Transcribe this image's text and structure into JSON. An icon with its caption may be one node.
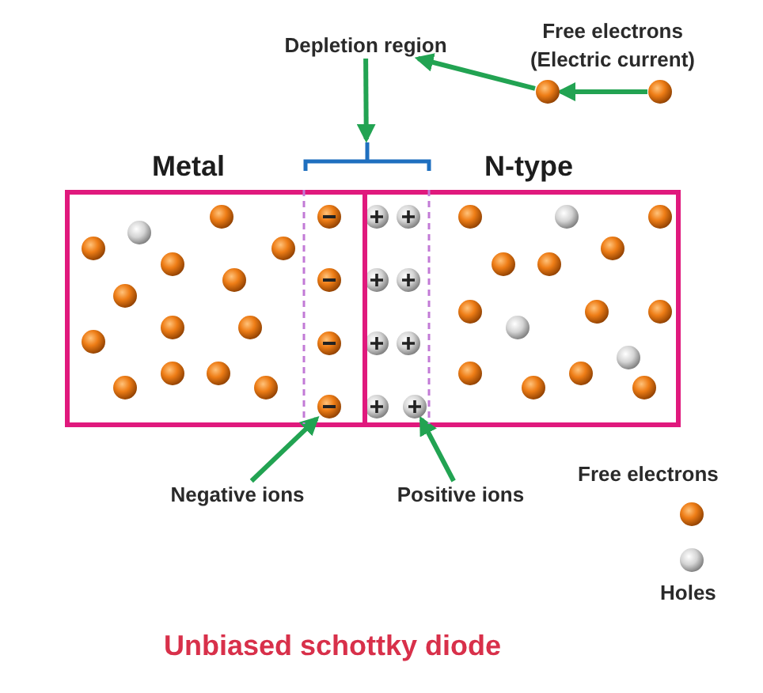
{
  "diagram": {
    "caption": "Unbiased schottky diode",
    "nodes": [
      {
        "text": [
          "Metal"
        ]
      },
      {
        "text": [
          "N-type"
        ]
      },
      {
        "text": [
          "Depletion region"
        ]
      },
      {
        "text": [],
        "shape": "box"
      },
      {
        "text": [],
        "shape": "circle"
      },
      {
        "text": [],
        "shape": "circle"
      },
      {
        "text": [],
        "shape": "circle"
      },
      {
        "text": [],
        "shape": "circle"
      },
      {
        "text": [
          "Negative ions"
        ]
      },
      {
        "text": [
          "Positive ions"
        ]
      }
    ],
    "edges": [
      {
        "from": 2,
        "to": 3,
        "arrow": "to"
      },
      {
        "from": 4,
        "to": 5,
        "arrow": "to"
      },
      {
        "from": 5,
        "to": 2,
        "arrow": "to"
      },
      {
        "from": 8,
        "to": 6,
        "arrow": "to"
      },
      {
        "from": 9,
        "to": 7,
        "arrow": "to"
      }
    ],
    "labels": [
      "Free electrons (Electric current)"
    ],
    "legend": [
      {
        "text": "Free electrons"
      },
      {
        "text": "Holes"
      }
    ]
  }
}
